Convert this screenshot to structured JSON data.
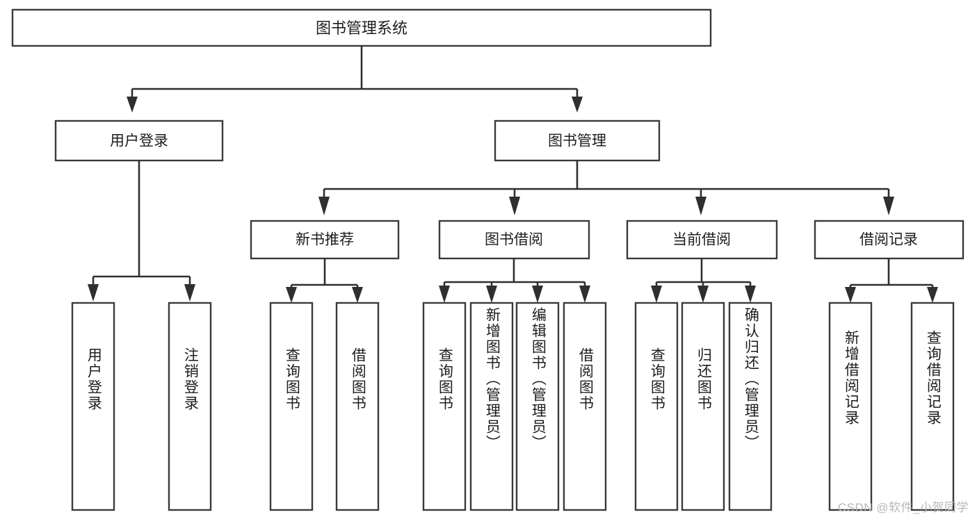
{
  "diagram": {
    "title": "图书管理系统",
    "type": "tree-hierarchy-chart",
    "root": {
      "label": "图书管理系统"
    },
    "level2": [
      {
        "label": "用户登录"
      },
      {
        "label": "图书管理"
      }
    ],
    "level3": [
      {
        "label": "新书推荐"
      },
      {
        "label": "图书借阅"
      },
      {
        "label": "当前借阅"
      },
      {
        "label": "借阅记录"
      }
    ],
    "leaves": {
      "user_login": [
        {
          "label": "用户登录"
        },
        {
          "label": "注销登录"
        }
      ],
      "new_book_recommend": [
        {
          "label": "查询图书"
        },
        {
          "label": "借阅图书"
        }
      ],
      "book_borrow": [
        {
          "label": "查询图书"
        },
        {
          "label": "新增图书（管理员）"
        },
        {
          "label": "编辑图书（管理员）"
        },
        {
          "label": "借阅图书"
        }
      ],
      "current_borrow": [
        {
          "label": "查询图书"
        },
        {
          "label": "归还图书"
        },
        {
          "label": "确认归还（管理员）"
        }
      ],
      "borrow_record": [
        {
          "label": "新增借阅记录"
        },
        {
          "label": "查询借阅记录"
        }
      ]
    }
  },
  "watermark": {
    "text": "CSDN @软件_小贺同学"
  },
  "colors": {
    "box_border": "#3a3a3a",
    "connector": "#2f2f2f",
    "text": "#1d1d1d",
    "background": "#ffffff",
    "watermark": "#b8b8b8"
  }
}
